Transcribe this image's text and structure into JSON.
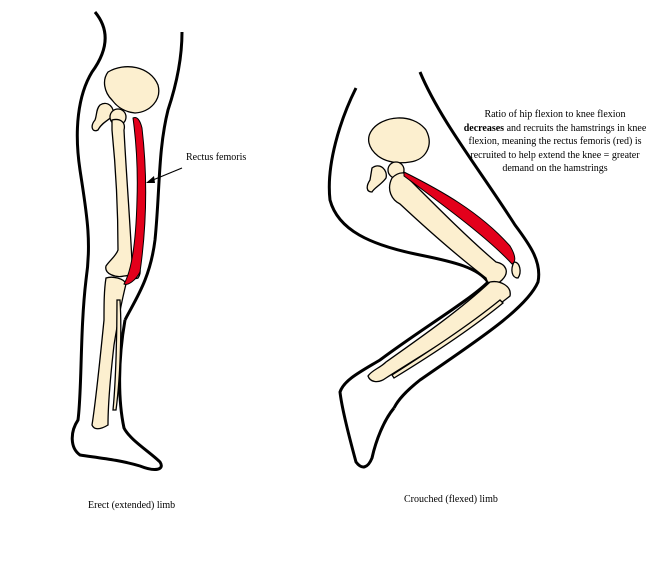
{
  "labels": {
    "rectus_femoris": "Rectus femoris",
    "erect_caption": "Erect (extended) limb",
    "crouched_caption": "Crouched (flexed) limb"
  },
  "note": {
    "line1": "Ratio of hip flexion to knee flexion",
    "bold": "decreases",
    "rest": " and recruits the hamstrings in knee flexion, meaning the rectus femoris (red) is recruited to help extend the knee = greater demand on the hamstrings"
  },
  "colors": {
    "bone": "#fcefcf",
    "muscle": "#e3001b",
    "outline": "#000000"
  }
}
